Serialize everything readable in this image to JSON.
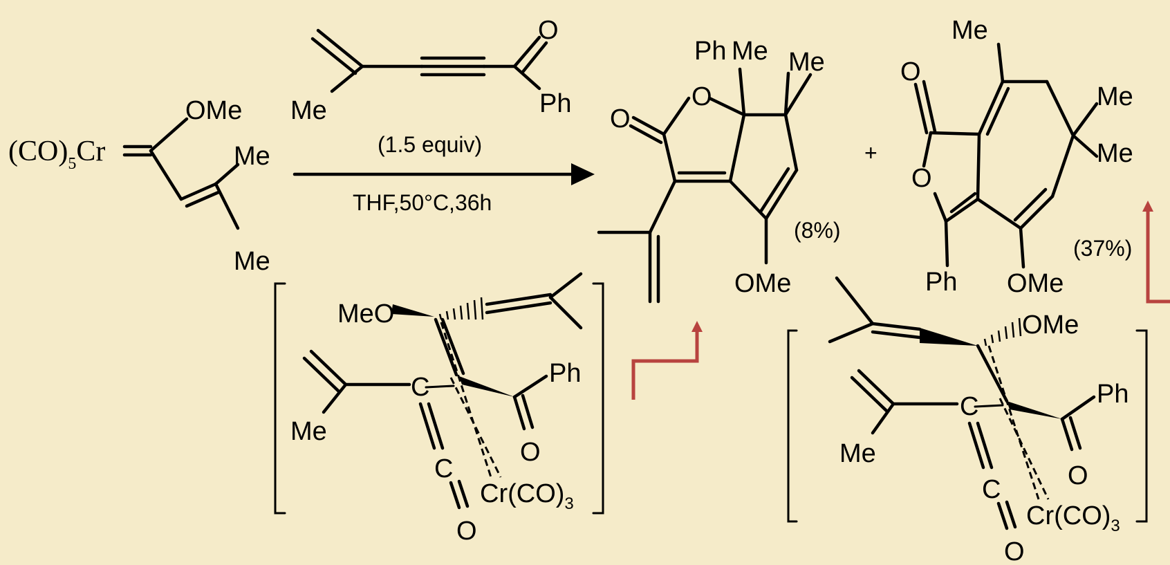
{
  "reagents": {
    "starting_complex": "(CO)5Cr",
    "starting_complex_main": "(CO)",
    "starting_complex_sub": "5",
    "starting_complex_metal": "Cr",
    "enyne_ketone_subst_me": "Me",
    "enyne_ketone_o": "O",
    "enyne_ketone_ph": "Ph",
    "carbene_ome": "OMe",
    "carbene_me1": "Me",
    "carbene_me2": "Me"
  },
  "conditions": {
    "equiv": "(1.5 equiv)",
    "solvent_temp_time": "THF,50°C,36h"
  },
  "product1": {
    "o_ring": "O",
    "o_carbonyl": "O",
    "ph": "Ph",
    "me1": "Me",
    "me2": "Me",
    "ome": "OMe",
    "yield": "(8%)"
  },
  "plus": "+",
  "product2": {
    "o_carbonyl": "O",
    "o_ring": "O",
    "me_top": "Me",
    "me1": "Me",
    "me2": "Me",
    "ph": "Ph",
    "ome": "OMe",
    "yield": "(37%)"
  },
  "intermediate1": {
    "meo": "MeO",
    "me": "Me",
    "c1": "C",
    "c2": "C",
    "o_co": "O",
    "ph": "Ph",
    "o_ketone": "O",
    "cr_main": "Cr(CO)",
    "cr_sub": "3"
  },
  "intermediate2": {
    "ome": "OMe",
    "me": "Me",
    "c1": "C",
    "c2": "C",
    "o_co": "O",
    "ph": "Ph",
    "o_ketone": "O",
    "cr_main": "Cr(CO)",
    "cr_sub": "3"
  },
  "colors": {
    "background": "#f5ebc9",
    "ink": "#000000",
    "pathway_arrow": "#b8433f"
  }
}
